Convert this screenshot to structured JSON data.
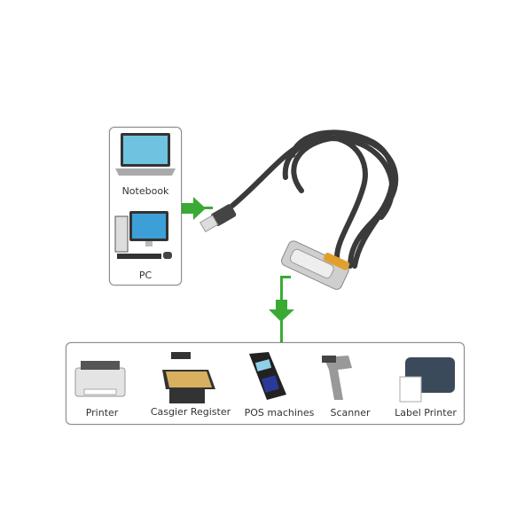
{
  "sources": [
    {
      "label": "Notebook",
      "icon": "laptop-icon"
    },
    {
      "label": "PC",
      "icon": "desktop-pc-icon"
    }
  ],
  "devices": [
    {
      "label": "Printer",
      "icon": "printer-icon"
    },
    {
      "label": "Casgier Register",
      "icon": "cash-register-icon"
    },
    {
      "label": "POS machines",
      "icon": "pos-terminal-icon"
    },
    {
      "label": "Scanner",
      "icon": "barcode-scanner-icon"
    },
    {
      "label": "Label Printer",
      "icon": "label-printer-icon"
    }
  ],
  "colors": {
    "arrow": "#3aaa35",
    "cable": "#3a3a3a",
    "connector": "#c9c9c9",
    "connector_accent": "#e0a030"
  }
}
